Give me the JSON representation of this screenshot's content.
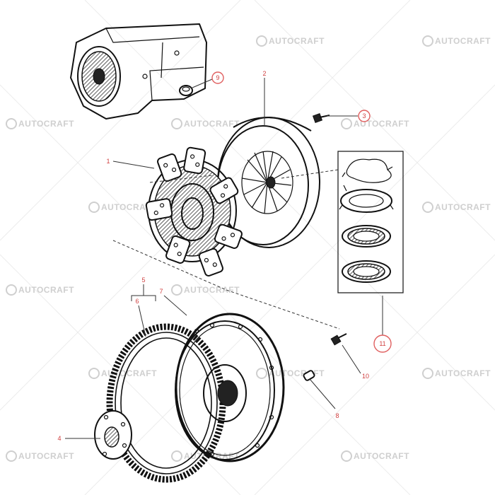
{
  "watermark": {
    "brand": "AUTOCRAFT",
    "color": "#cfcfcf"
  },
  "callouts": [
    {
      "id": "1",
      "label": "1"
    },
    {
      "id": "2",
      "label": "2"
    },
    {
      "id": "3",
      "label": "3"
    },
    {
      "id": "4",
      "label": "4"
    },
    {
      "id": "5",
      "label": "5"
    },
    {
      "id": "6",
      "label": "6"
    },
    {
      "id": "7",
      "label": "7"
    },
    {
      "id": "8",
      "label": "8"
    },
    {
      "id": "9",
      "label": "9"
    },
    {
      "id": "10",
      "label": "10"
    },
    {
      "id": "11",
      "label": "11"
    }
  ],
  "colors": {
    "line": "#111111",
    "callout": "#d04040"
  }
}
